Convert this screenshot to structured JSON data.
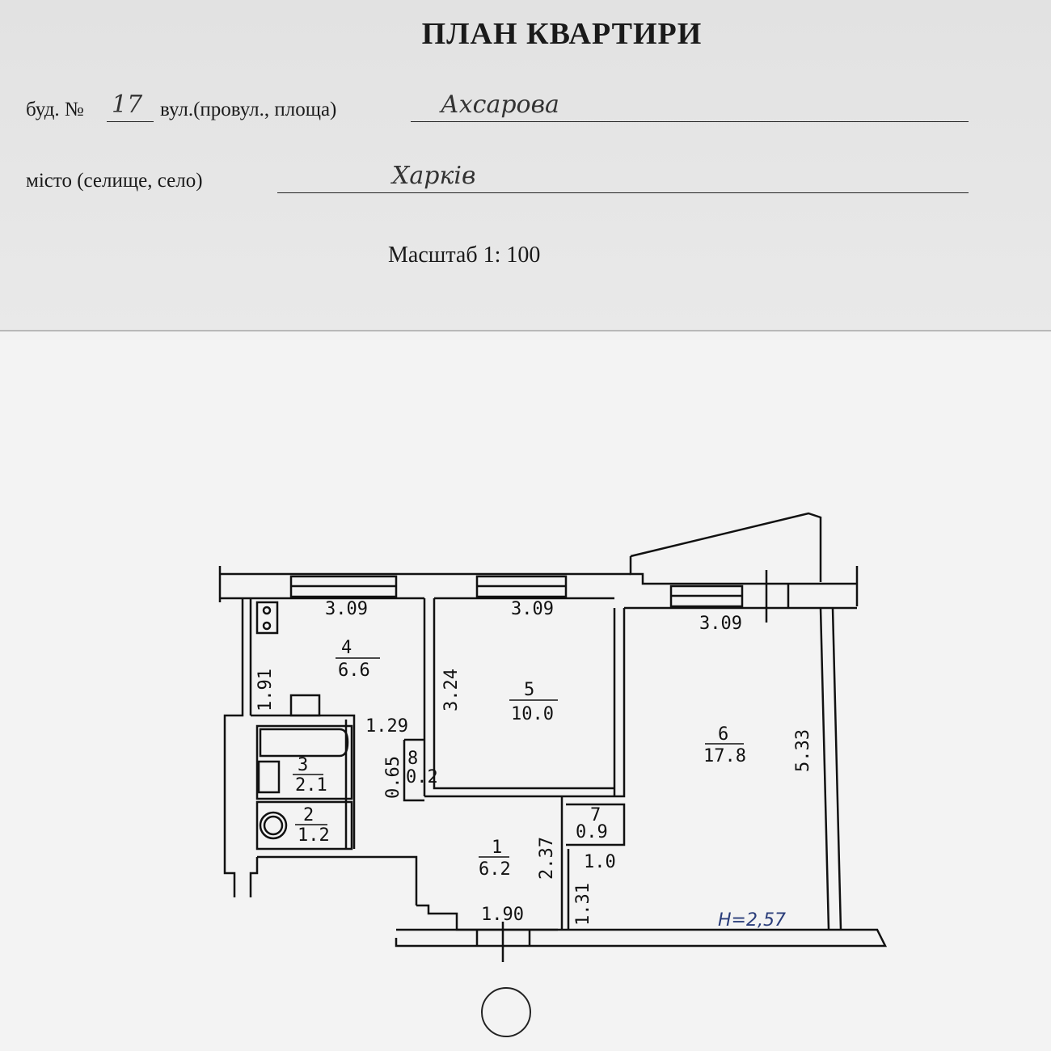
{
  "header": {
    "title": "ПЛАН КВАРТИРИ",
    "building_label": "буд. №",
    "building_number": "17",
    "street_label": "вул.(провул., площа)",
    "street_value": "Ахсарова",
    "city_label": "місто (селище, село)",
    "city_value": "Харків",
    "scale": "Масштаб 1: 100"
  },
  "plan": {
    "rooms": [
      {
        "number": "4",
        "area": "6.6"
      },
      {
        "number": "5",
        "area": "10.0"
      },
      {
        "number": "6",
        "area": "17.8"
      },
      {
        "number": "3",
        "area": "2.1"
      },
      {
        "number": "2",
        "area": "1.2"
      },
      {
        "number": "1",
        "area": "6.2"
      },
      {
        "number": "7",
        "area": "0.9"
      },
      {
        "number": "8",
        "area": "0.2"
      }
    ],
    "dimensions": {
      "kitchen_width": "3.09",
      "room5_width": "3.09",
      "room6_width": "3.09",
      "kitchen_depth": "1.91",
      "room5_depth": "3.24",
      "room6_depth": "5.33",
      "hall_width": "1.29",
      "niche": "0.65",
      "corridor_depth": "2.37",
      "corridor_width": "1.90",
      "passage_width": "1.0",
      "passage_depth": "1.31"
    },
    "ceiling_height": "H=2,57"
  }
}
